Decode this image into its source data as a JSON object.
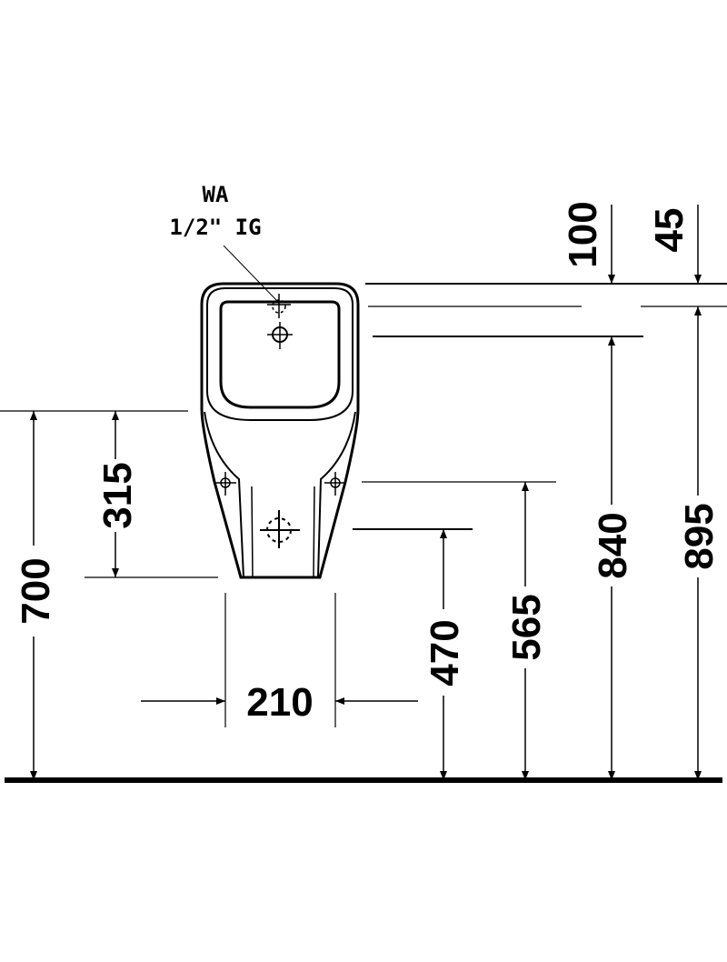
{
  "annotation": {
    "line1": "WA",
    "line2": "1/2\" IG"
  },
  "dimensions": {
    "d700": "700",
    "d315": "315",
    "d210": "210",
    "d470": "470",
    "d565": "565",
    "d840": "840",
    "d895": "895",
    "d100": "100",
    "d45": "45"
  },
  "colors": {
    "line": "#000000",
    "background": "#ffffff"
  }
}
